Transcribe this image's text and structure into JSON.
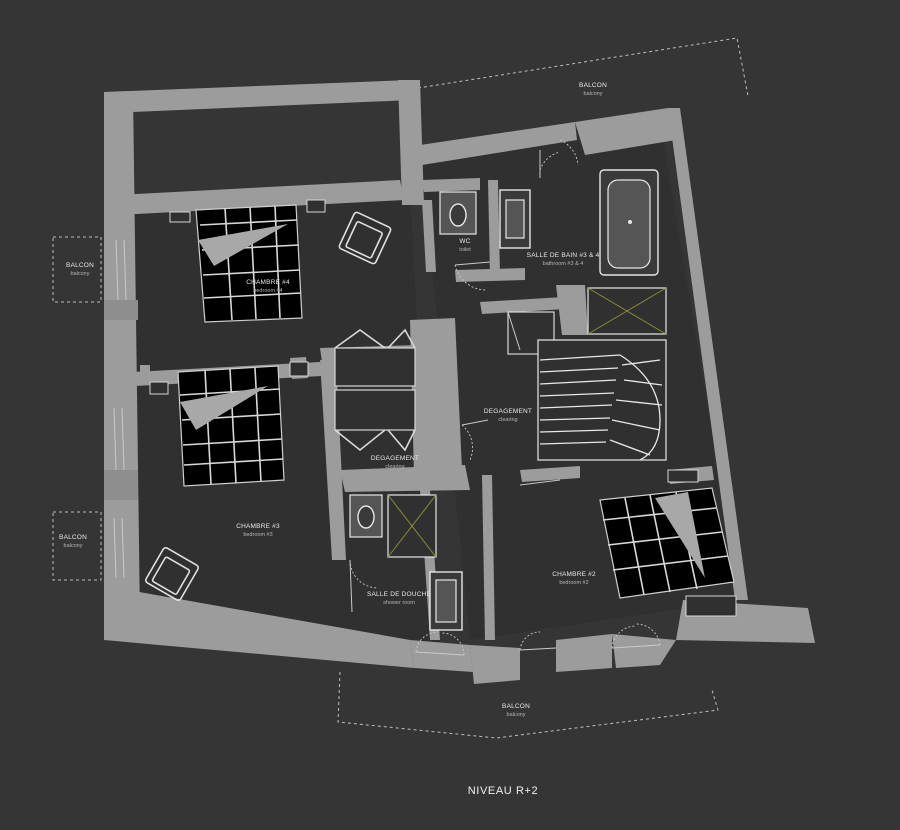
{
  "level": "NIVEAU R+2",
  "rooms": [
    {
      "id": "chambre4",
      "name": "CHAMBRE #4",
      "sub": "bedroom #4"
    },
    {
      "id": "chambre3",
      "name": "CHAMBRE #3",
      "sub": "bedroom #3"
    },
    {
      "id": "chambre2",
      "name": "CHAMBRE #2",
      "sub": "bedroom #2"
    },
    {
      "id": "wc",
      "name": "WC",
      "sub": "toilet"
    },
    {
      "id": "sdb",
      "name": "SALLE DE BAIN #3 & 4",
      "sub": "bathroom #3 & 4"
    },
    {
      "id": "deg1",
      "name": "DEGAGEMENT",
      "sub": "clearing"
    },
    {
      "id": "deg2",
      "name": "DEGAGEMENT",
      "sub": "clearing"
    },
    {
      "id": "sdd",
      "name": "SALLE DE DOUCHE",
      "sub": "shower room"
    },
    {
      "id": "balcon_top",
      "name": "BALCON",
      "sub": "balcony"
    },
    {
      "id": "balcon_left1",
      "name": "BALCON",
      "sub": "balcony"
    },
    {
      "id": "balcon_left2",
      "name": "BALCON",
      "sub": "balcony"
    },
    {
      "id": "balcon_bottom",
      "name": "BALCON",
      "sub": "balcony"
    }
  ]
}
